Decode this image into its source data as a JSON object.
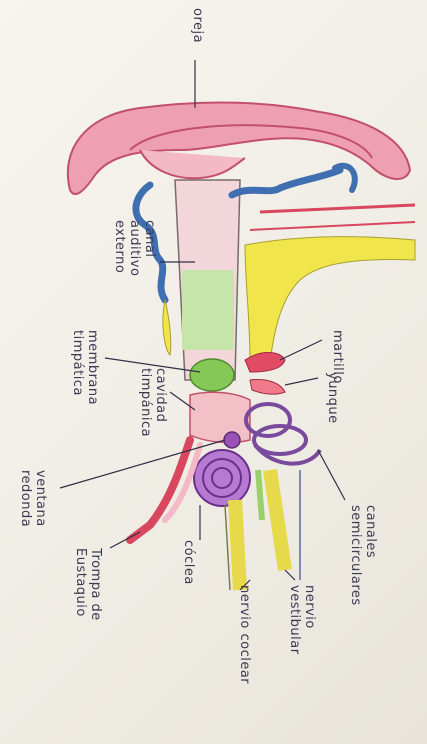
{
  "labels": {
    "oreja": "oreja",
    "canal": [
      "canal",
      "auditivo",
      "externo"
    ],
    "membrana": [
      "membrana",
      "timpática"
    ],
    "cavidad": [
      "cavidad",
      "timpánica"
    ],
    "ventana": [
      "ventana",
      "redonda"
    ],
    "trompa": [
      "Trompa de",
      "Eustaquio"
    ],
    "coclea": "cóclea",
    "nervio_coclear": "nervio coclear",
    "nervio_vestibular": [
      "nervio",
      "vestibular"
    ],
    "canales": [
      "canales",
      "semicirculares"
    ],
    "yunque": "yunque",
    "martillo": "martillo"
  },
  "colors": {
    "pink": "#e8a6b4",
    "red": "#d9475f",
    "blue": "#3f6fb0",
    "yellow": "#ece44a",
    "green": "#9ad06a",
    "purple": "#9a52b8",
    "ink": "#3a3a52"
  }
}
